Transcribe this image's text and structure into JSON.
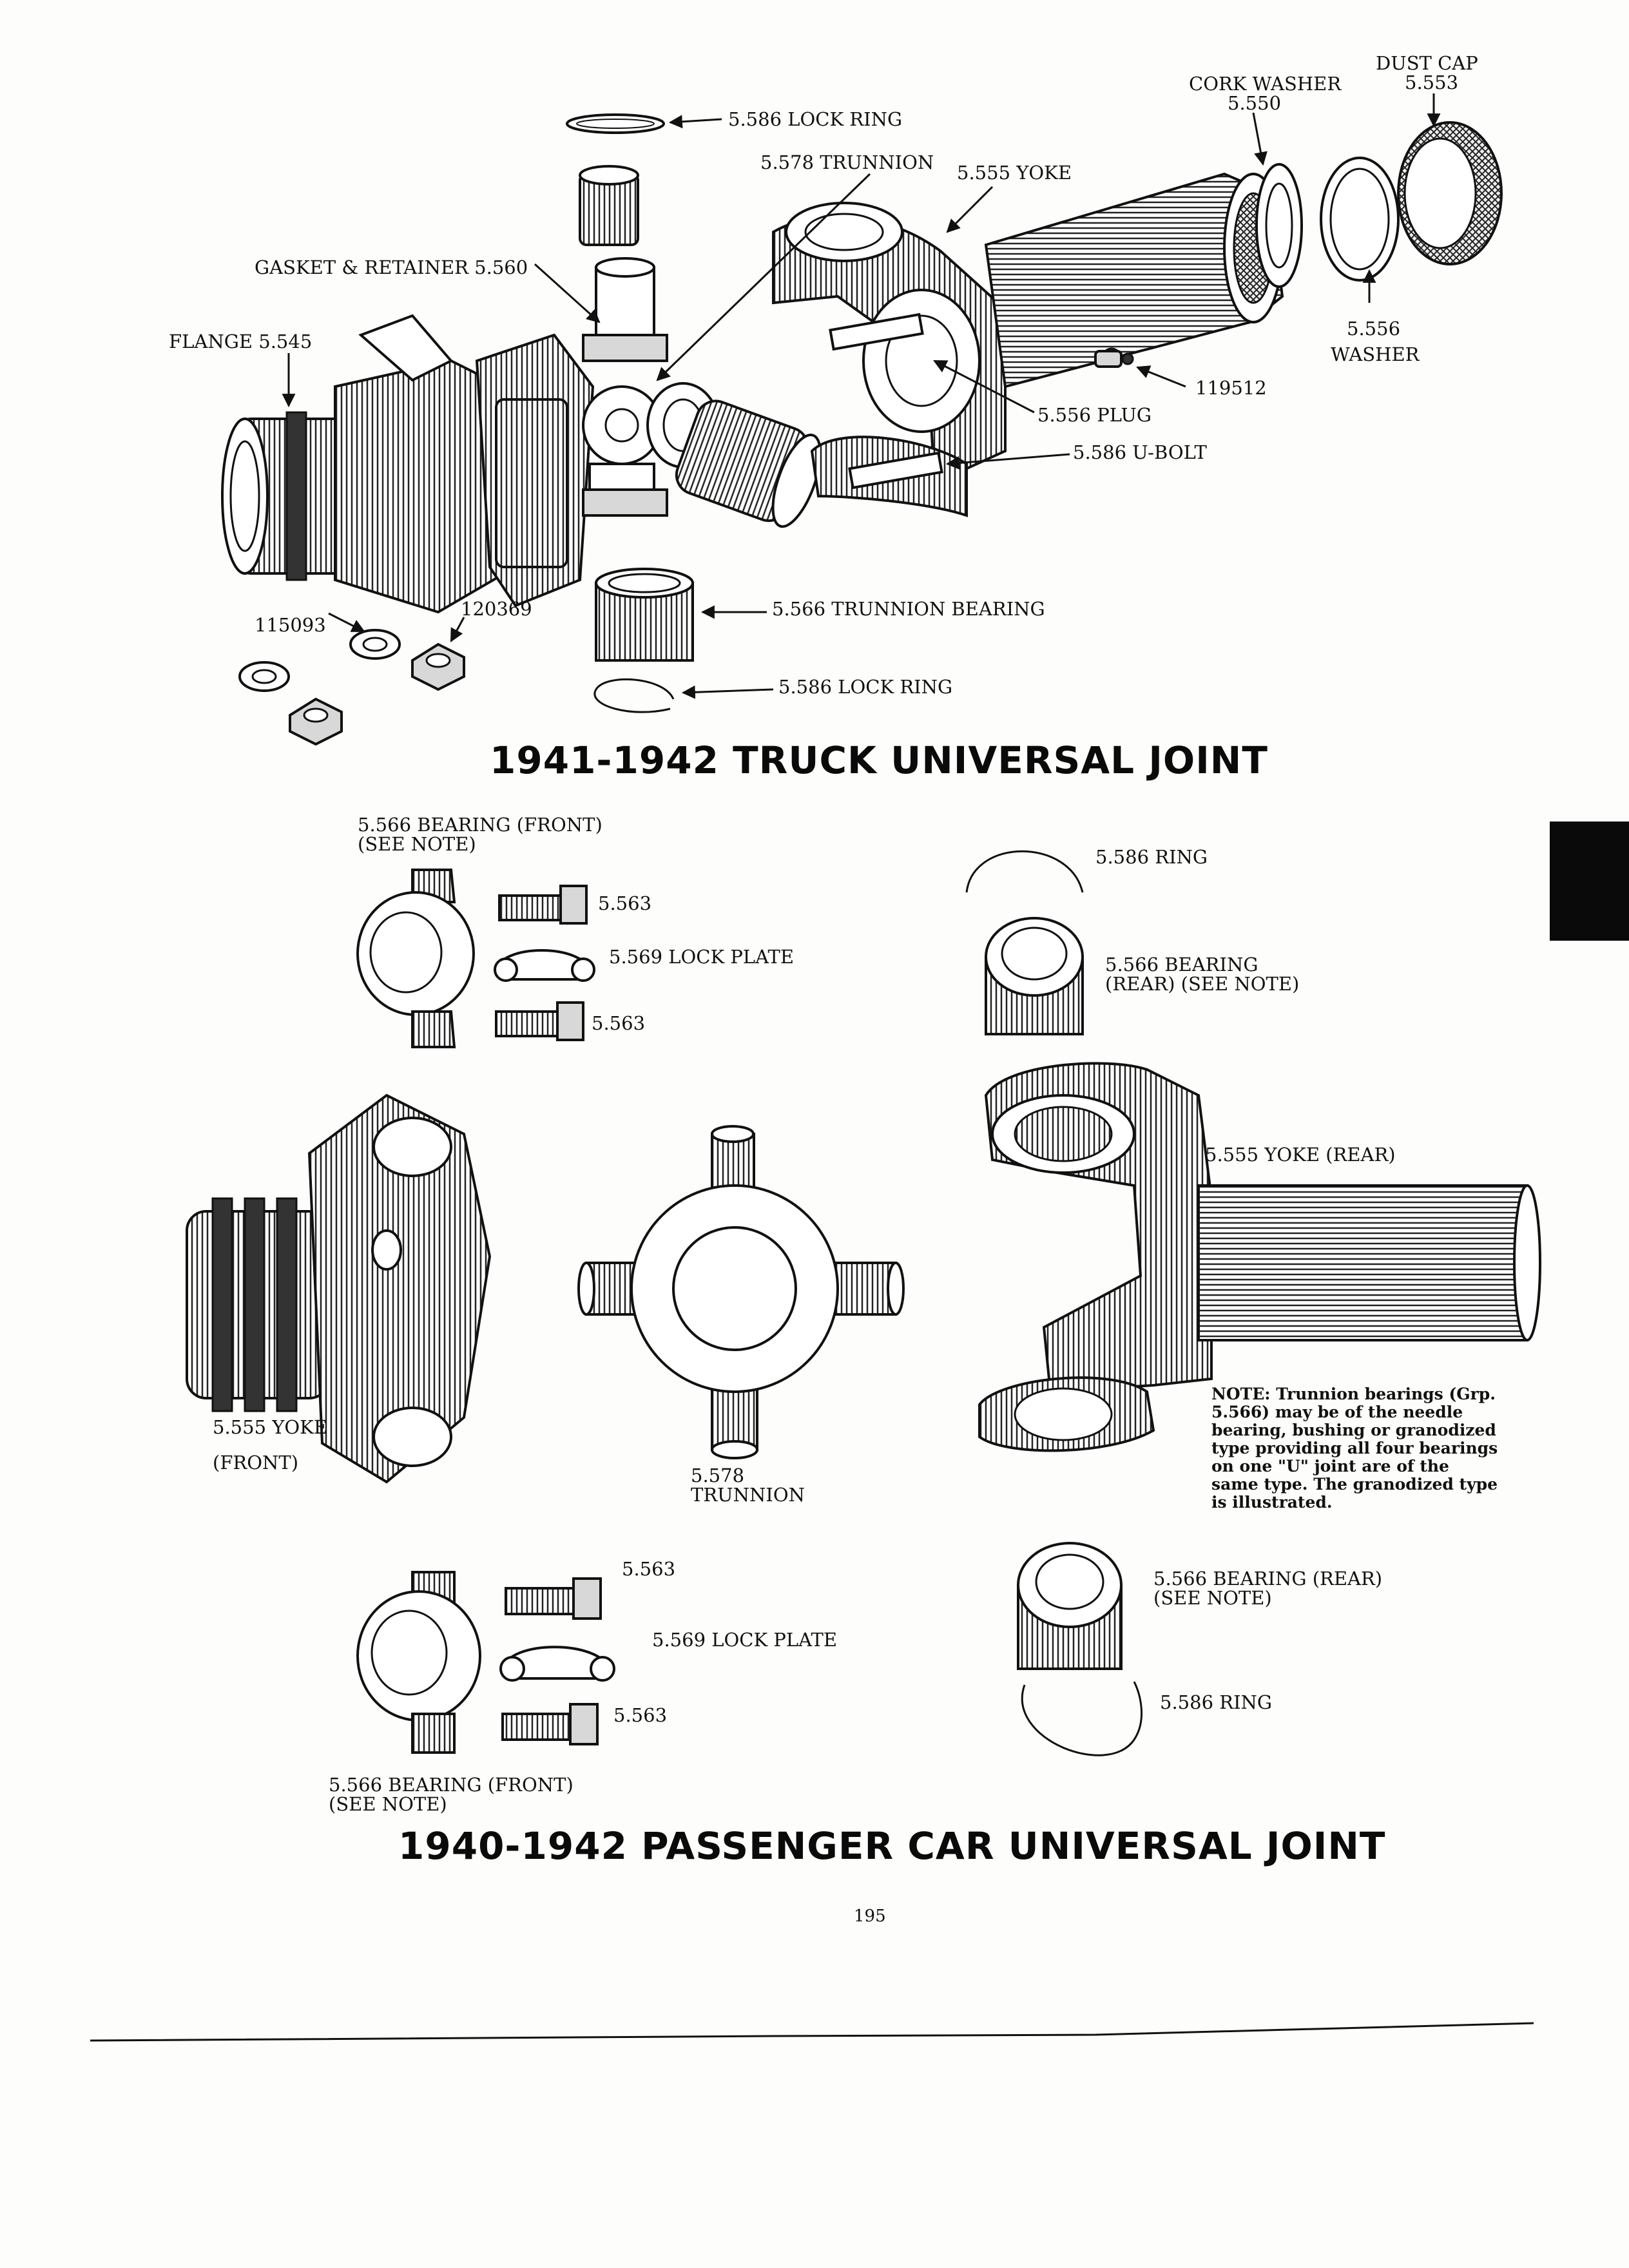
{
  "truck": {
    "title": "1941-1942 TRUCK UNIVERSAL JOINT",
    "labels": {
      "lock_ring_top": "5.586 LOCK RING",
      "trunnion": "5.578 TRUNNION",
      "yoke": "5.555 YOKE",
      "cork_washer_name": "CORK WASHER",
      "cork_washer_num": "5.550",
      "dust_cap_name": "DUST CAP",
      "dust_cap_num": "5.553",
      "gasket_retainer": "GASKET & RETAINER 5.560",
      "flange": "FLANGE 5.545",
      "washer_num": "5.556",
      "washer_name": "WASHER",
      "fitting": "119512",
      "plug": "5.556 PLUG",
      "u_bolt": "5.586 U-BOLT",
      "nut_115093": "115093",
      "nut_120369": "120369",
      "trunnion_bearing": "5.566 TRUNNION BEARING",
      "lock_ring_bottom": "5.586 LOCK RING"
    }
  },
  "passenger": {
    "title": "1940-1942 PASSENGER CAR UNIVERSAL JOINT",
    "labels": {
      "bearing_front_top_1": "5.566 BEARING (FRONT)",
      "bearing_front_top_2": "(SEE NOTE)",
      "bolt_top_1": "5.563",
      "lock_plate_top": "5.569 LOCK PLATE",
      "bolt_top_2": "5.563",
      "ring_top": "5.586 RING",
      "bearing_rear_top_1": "5.566 BEARING",
      "bearing_rear_top_2": "(REAR) (SEE NOTE)",
      "yoke_rear": "5.555 YOKE (REAR)",
      "yoke_front_1": "5.555 YOKE",
      "yoke_front_2": "(FRONT)",
      "trunnion_1": "5.578",
      "trunnion_2": "TRUNNION",
      "bolt_bottom_1": "5.563",
      "lock_plate_bottom": "5.569 LOCK PLATE",
      "bolt_bottom_2": "5.563",
      "bearing_front_bottom_1": "5.566 BEARING (FRONT)",
      "bearing_front_bottom_2": "(SEE NOTE)",
      "bearing_rear_bottom_1": "5.566 BEARING (REAR)",
      "bearing_rear_bottom_2": "(SEE NOTE)",
      "ring_bottom": "5.586 RING"
    },
    "note_lines": [
      "NOTE: Trunnion bearings (Grp.",
      "5.566) may be of the needle",
      "bearing, bushing or granodized",
      "type providing all four bearings",
      "on one \"U\" joint are of the",
      "same type. The granodized type",
      "is illustrated."
    ]
  },
  "page_number": "195"
}
